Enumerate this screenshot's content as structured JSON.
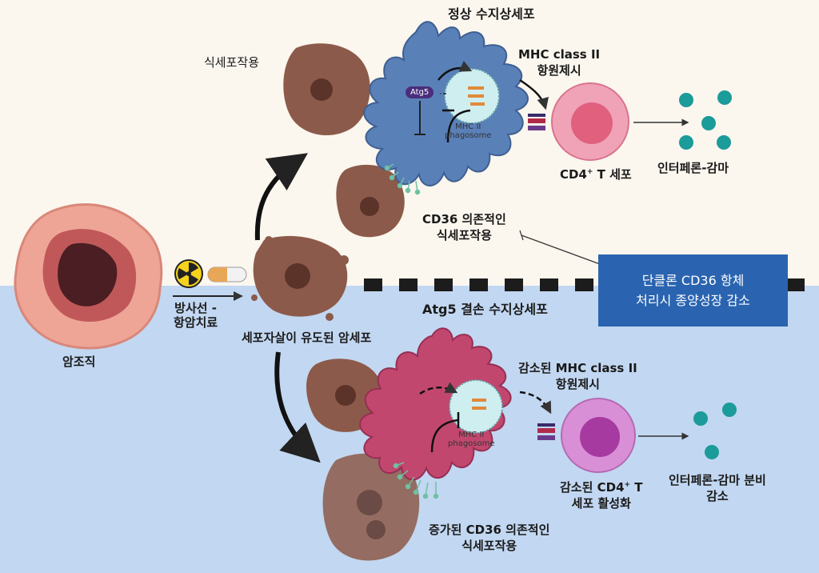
{
  "labels": {
    "normal_dc": "정상 수지상세포",
    "phagocytosis": "식세포작용",
    "mhc_top_1": "MHC class II",
    "mhc_top_2": "항원제시",
    "cd4_top_a": "CD4",
    "cd4_top_sup": "+",
    "cd4_top_b": " T 세포",
    "ifn_top": "인터페론-감마",
    "cd36_top_1": "CD36 의존적인",
    "cd36_top_2": "식세포작용",
    "tumor": "암조직",
    "treatment_1": "방사선 -",
    "treatment_2": "항암치료",
    "dying_cells": "세포자살이 유도된 암세포",
    "atg5_dc": "Atg5 결손 수지상세포",
    "mhc_bot_1": "감소된 MHC class II",
    "mhc_bot_2": "항원제시",
    "cd4_bot_a": "감소된 CD4",
    "cd4_bot_sup": "+",
    "cd4_bot_b": " T",
    "cd4_bot_2": "세포 활성화",
    "ifn_bot_1": "인터페론-감마 분비",
    "ifn_bot_2": "감소",
    "cd36_bot_1": "증가된 CD36 의존적인",
    "cd36_bot_2": "식세포작용",
    "atg5": "Atg5",
    "phagosome_top_1": "MHC II",
    "phagosome_top_2": "phagosome",
    "phagosome_bot_1": "MHC II",
    "phagosome_bot_2": "phagosome"
  },
  "callout": {
    "line1": "단클론 CD36 항체",
    "line2": "처리시 종양성장 감소"
  },
  "colors": {
    "normal_dc": "#5a80b8",
    "atg5_dc": "#c2476e",
    "t_cell_normal": "#e96b8a",
    "t_cell_reduced": "#b24fa6",
    "ifn": "#1b9b9a",
    "callout": "#2a64b0",
    "top_bg": "#fbf6ee",
    "bottom_bg": "#c2d7f1"
  }
}
